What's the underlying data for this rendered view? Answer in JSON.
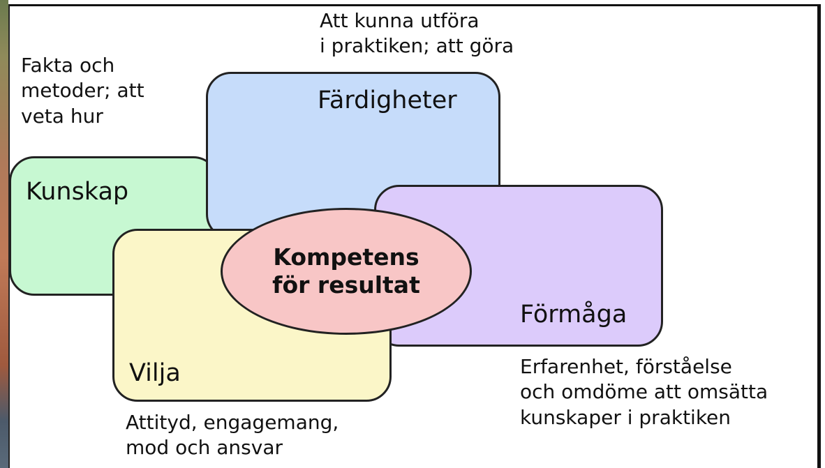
{
  "diagram": {
    "areas": {
      "kunskap": {
        "title": "Kunskap",
        "description": "Fakta och\nmetoder; att\nveta hur"
      },
      "fardigheter": {
        "title": "Färdigheter",
        "description": "Att kunna utföra\ni praktiken; att göra"
      },
      "formaga": {
        "title": "Förmåga",
        "description": "Erfarenhet, förståelse\noch omdöme att omsätta\nkunskaper i praktiken"
      },
      "vilja": {
        "title": "Vilja",
        "description": "Attityd, engagemang,\nmod och ansvar"
      }
    },
    "center": {
      "line1": "Kompetens",
      "line2": "för resultat"
    },
    "colors": {
      "kunskap": "#c7f8d2",
      "fardigheter": "#c6dcfa",
      "formaga": "#dccbfb",
      "vilja": "#fbf6c8",
      "center": "#f8c6c6"
    }
  }
}
